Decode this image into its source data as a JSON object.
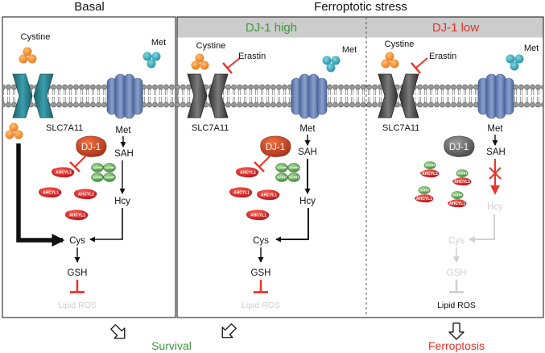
{
  "titles": {
    "basal": "Basal",
    "stress": "Ferroptotic stress"
  },
  "subtitles": {
    "dj1_high": "DJ-1 high",
    "dj1_low": "DJ-1 low"
  },
  "labels": {
    "cystine": "Cystine",
    "met": "Met",
    "erastin": "Erastin",
    "slc7a11": "SLC7A11",
    "sah": "SAH",
    "hcy": "Hcy",
    "cys": "Cys",
    "gsh": "GSH",
    "lipid_ros": "Lipid ROS",
    "dj1": "DJ-1",
    "ahcyl1": "AHCYL1",
    "sahh": "SAHH"
  },
  "outcomes": {
    "survival": "Survival",
    "ferroptosis": "Ferroptosis"
  },
  "colors": {
    "inhibit_red": "#e8352a",
    "green_text": "#3a9a3a",
    "red_text": "#e63224",
    "cystine_orange": "#f28a1e",
    "met_teal": "#2aa3b6",
    "slc7a11_teal": "#2d7f8c",
    "slc7a11_gray": "#555555",
    "transporter_blue": "#6f86b4",
    "dj1_red": "#c8401f",
    "dj1_gray": "#5b5b5b",
    "ahcyl1_red": "#d8202a",
    "sahh_green": "#4e9a48",
    "faded": "#cfcfcf"
  },
  "icons": [
    "outline-arrow-icon",
    "inhibit-bar-icon",
    "membrane-icon"
  ]
}
